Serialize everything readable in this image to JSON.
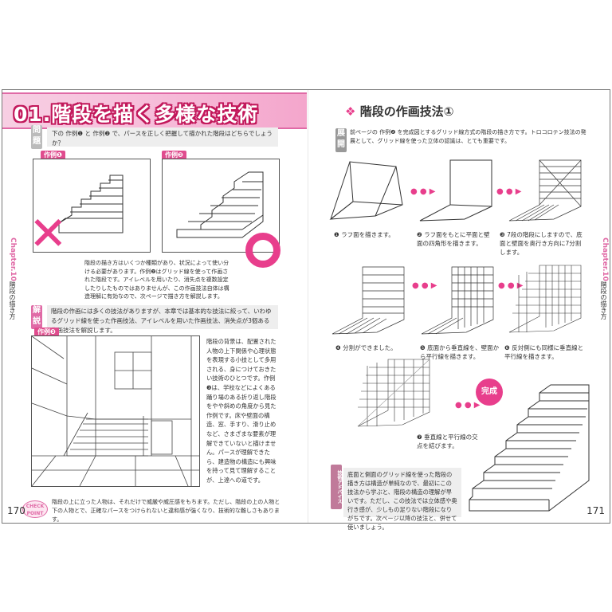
{
  "left_page": {
    "title": "01.階段を描く多様な技術",
    "question_tag": "問題",
    "question_text": "下の 作例❶ と 作例❷ で、パースを正しく把握して描かれた階段はどちらでしょうか？",
    "example1_label": "作例❶",
    "example2_label": "作例❷",
    "explanation": "階段の描き方はいくつか種類があり、状況によって使い分ける必要があります。作例❷はグリッド線を使って作画された階段です。アイレベルを用いたり、消失点を複数設定したりしたものではありませんが、この作画技法自体は構造理解に有効なので、次ページで描き方を解説します。",
    "section_tag": "解説",
    "section_text": "階段の作画には多くの技法がありますが、本章では基本的な技法に絞って、いわゆるグリッド線を使った作画技法、アイレベルを用いた作画技法、消失点が3個ある作画技法を解説します。",
    "example3_label": "作例❸",
    "body_text": "階段の背景は、配置された人物の上下関係や心理状態を表現する小技として多用される、身につけておきたい技術のひとつです。作例❸は、学校などによくある踊り場のある折り返し階段をやや斜めの角度から見た作例です。床や壁面の構造、窓、手すり、滑り止めなど、さまざまな要素が理解できていないと描けません。パースが理解できたら、建造物の構造にも興味を持って見て理解することが、上達への道です。",
    "check_label": "CHECK POINT",
    "check_text": "階段の上に立った人物は、それだけで威厳や威圧感をもちます。ただし、階段の上の人物と下の人物とで、正確なパースをつけられないと違和感が強くなり、技術的な難しさもあります。",
    "page_number": "170"
  },
  "right_page": {
    "heading": "階段の作画技法①",
    "heading_icon": "diamond-icon",
    "dev_tag": "展開",
    "dev_text": "前ページの 作例❷ を完成図とするグリッド線方式の階段の描き方です。トロコロテン技法の発展として、グリッド線を使った立体の認識は、とても重要です。",
    "steps": [
      "❶ ラフ面を描きます。",
      "❷ ラフ面をもとに平面と壁面の四角形を描きます。",
      "❸ 7段の階段にしますので、底面と壁面を奥行き方向に7分割します。",
      "❹ 分割ができました。",
      "❺ 底面から垂直線を、壁面から平行線を描きます。",
      "❻ 反対側にも同様に垂直線と平行線を描きます。",
      "❼ 垂直線と平行線の交点を結びます。"
    ],
    "done_label": "完成",
    "advice_tag": "技術アドバイス",
    "advice_text": "底面と側面のグリッド線を使った階段の描き方は構造が単純なので、最初にこの技法から学ぶと、階段の構造の理解が早いです。ただし、この技法では立体感や奥行き感が、少しもの足りない階段になりがちです。次ページ以降の技法と、併せて使いましょう。",
    "chapter_tab": "Chapter.10",
    "chapter_sub": "階段の描き方",
    "page_number": "171"
  },
  "colors": {
    "accent": "#e83e8c",
    "title_band": "#f7c1dc"
  }
}
